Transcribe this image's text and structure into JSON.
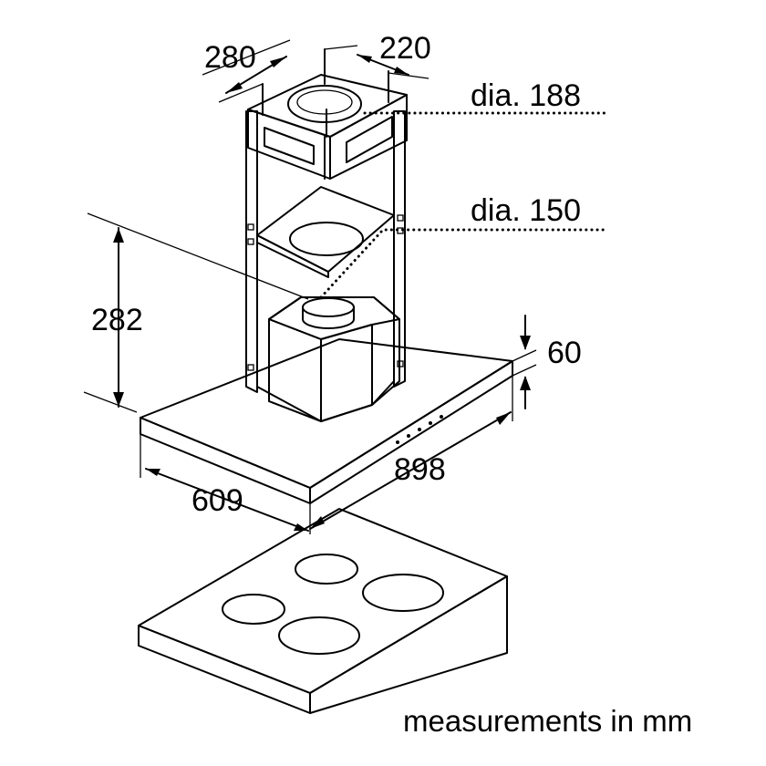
{
  "dimensions": {
    "width_280": "280",
    "depth_220": "220",
    "outlet_upper": "dia. 188",
    "outlet_lower": "dia. 150",
    "height_282": "282",
    "thickness_60": "60",
    "width_898": "898",
    "depth_609": "609"
  },
  "footer": "measurements in mm",
  "colors": {
    "line": "#000000",
    "background": "#ffffff",
    "hood_side": "#e6e6e6",
    "hood_top": "#f4f4f4",
    "motor": "#cfcfcf",
    "hob_side": "#e2e2e2"
  }
}
